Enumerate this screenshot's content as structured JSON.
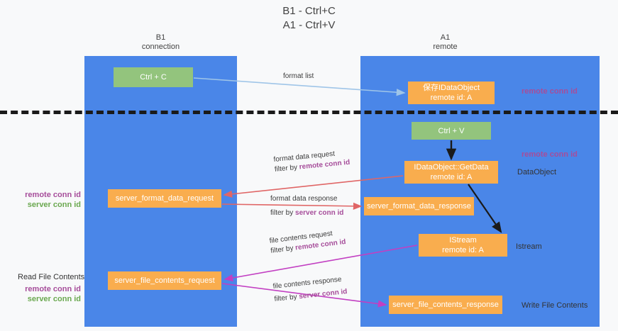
{
  "title": {
    "line1": "B1 - Ctrl+C",
    "line2": "A1 - Ctrl+V"
  },
  "lanes": [
    {
      "id": "b1",
      "line1": "B1",
      "line2": "connection",
      "color": "#4a86e8"
    },
    {
      "id": "a1",
      "line1": "A1",
      "line2": "remote",
      "color": "#4a86e8"
    }
  ],
  "nodes": {
    "ctrl_c": {
      "line1": "Ctrl + C",
      "line2": "",
      "color": "#93c47d"
    },
    "idataobject": {
      "line1": "保存IDataObject",
      "line2": "remote id: A",
      "color": "#f9ad4e"
    },
    "ctrl_v": {
      "line1": "Ctrl + V",
      "line2": "",
      "color": "#93c47d"
    },
    "getdata": {
      "line1": "IDataObject::GetData",
      "line2": "remote id: A",
      "color": "#f9ad4e"
    },
    "server_format_data_request": {
      "line1": "server_format_data_request",
      "line2": "",
      "color": "#f9ad4e"
    },
    "server_format_data_response": {
      "line1": "server_format_data_response",
      "line2": "",
      "color": "#f9ad4e"
    },
    "istream": {
      "line1": "IStream",
      "line2": "remote id: A",
      "color": "#f9ad4e"
    },
    "server_file_contents_request": {
      "line1": "server_file_contents_request",
      "line2": "",
      "color": "#f9ad4e"
    },
    "server_file_contents_response": {
      "line1": "server_file_contents_response",
      "line2": "",
      "color": "#f9ad4e"
    }
  },
  "edge_labels": {
    "format_list": {
      "text": "format list"
    },
    "format_data_request": {
      "line1": "format data request",
      "prefix": "filter by ",
      "key": "remote conn id"
    },
    "format_data_response": {
      "line1": "format data response",
      "prefix": "filter by ",
      "key": "server conn id"
    },
    "file_contents_request": {
      "line1": "file contents request",
      "prefix": "filter by ",
      "key": "remote conn id"
    },
    "file_contents_response": {
      "line1": "file contents response",
      "prefix": "filter by ",
      "key": "server conn id"
    }
  },
  "annotations": {
    "right_remote_conn_id_1": "remote conn id",
    "right_remote_conn_id_2": "remote conn id",
    "dataobject": "DataObject",
    "istream": "Istream",
    "write_file_contents": "Write File Contents",
    "read_file_contents": "Read File Contents",
    "left_remote_conn_id_1": "remote conn id",
    "left_server_conn_id_1": "server conn id",
    "left_remote_conn_id_2": "remote conn id",
    "left_server_conn_id_2": "server conn id"
  },
  "colors": {
    "lane": "#4a86e8",
    "green_node": "#93c47d",
    "orange_node": "#f9ad4e",
    "purple_text": "#a64d9a",
    "green_text": "#6aa84f",
    "blue_arrow": "#9fc5e8",
    "red_arrow": "#e06666",
    "magenta_arrow": "#c23fc2",
    "black_arrow": "#1a1a1a",
    "background": "#f8f9fa"
  }
}
